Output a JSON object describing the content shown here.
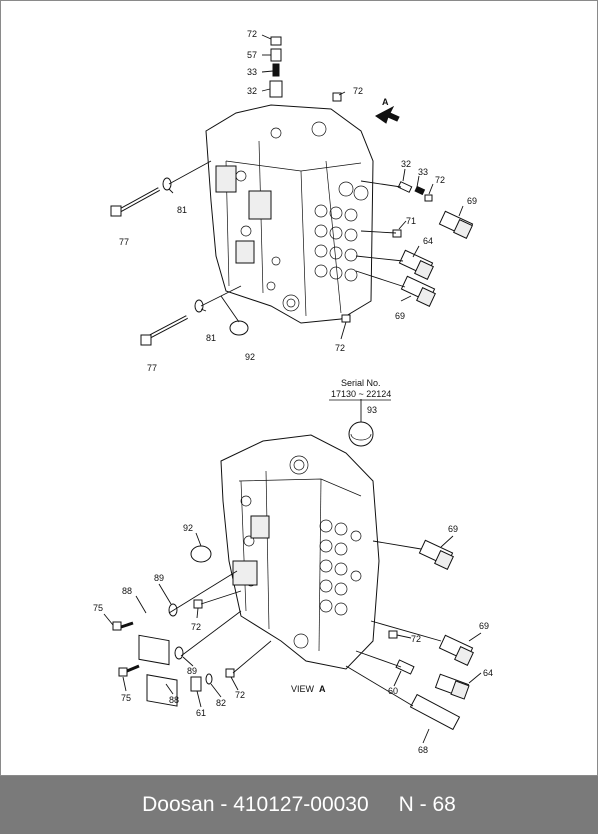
{
  "footer": {
    "brand": "Doosan",
    "separator": " - ",
    "part_number": "410127-00030",
    "page": "N - 68"
  },
  "diagram": {
    "view_label_prefix": "VIEW",
    "view_label_letter": "A",
    "arrow_letter": "A",
    "serial_title": "Serial No.",
    "serial_range": "17130 ~ 22124",
    "top_labels": [
      "72",
      "57",
      "33",
      "32",
      "72",
      "32",
      "33",
      "72",
      "69",
      "81",
      "77",
      "71",
      "64",
      "69",
      "81",
      "92",
      "72",
      "77"
    ],
    "bottom_labels": [
      "93",
      "92",
      "69",
      "88",
      "89",
      "75",
      "72",
      "72",
      "69",
      "64",
      "89",
      "88",
      "75",
      "61",
      "82",
      "72",
      "60",
      "68"
    ]
  }
}
